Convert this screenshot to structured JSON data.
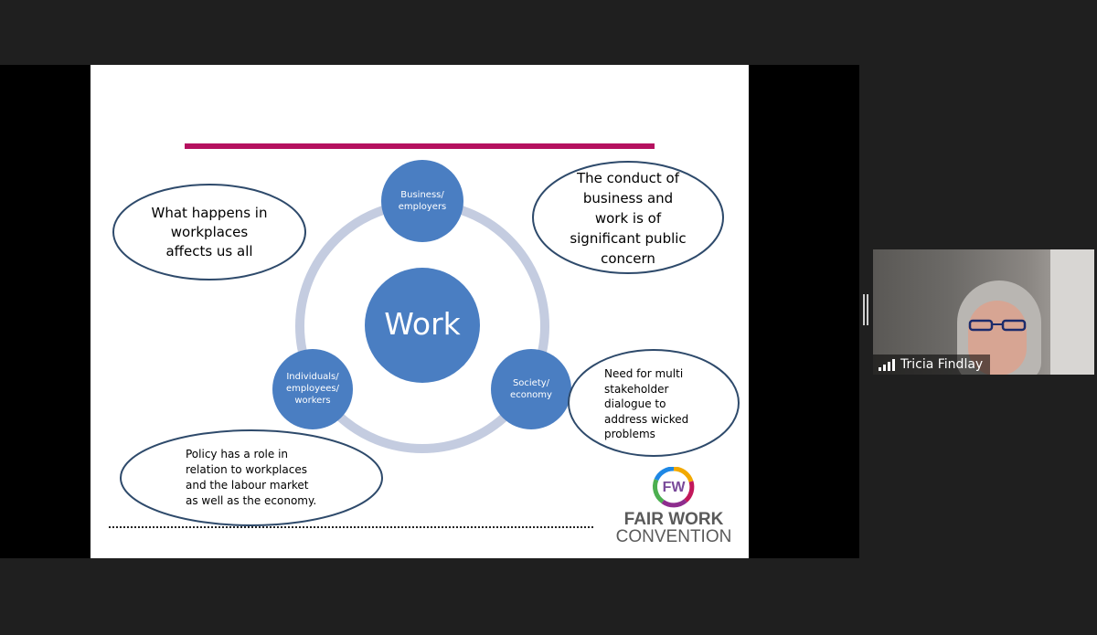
{
  "slide": {
    "center": "Work",
    "nodes": {
      "business": "Business/\nemployers",
      "individuals": "Individuals/\nemployees/\nworkers",
      "society": "Society/\neconomy"
    },
    "bubbles": {
      "workplaces": "What happens in\nworkplaces\naffects us all",
      "conduct": "The conduct of\nbusiness and\nwork is of\nsignificant public\nconcern",
      "stakeholder": "Need for multi\nstakeholder\ndialogue to\naddress wicked\nproblems",
      "policy": "Policy has a role in\nrelation to workplaces\nand the labour market\nas well as the economy."
    },
    "logo": {
      "monogram": "FW",
      "line1": "FAIR WORK",
      "line2": "CONVENTION"
    },
    "colors": {
      "accent_bar": "#b5115f",
      "node_blue": "#4a7ec2",
      "ring": "#c4cce0",
      "bubble_border": "#2e4a6b"
    }
  },
  "participant": {
    "name": "Tricia Findlay",
    "icon": "signal-strength-icon"
  }
}
